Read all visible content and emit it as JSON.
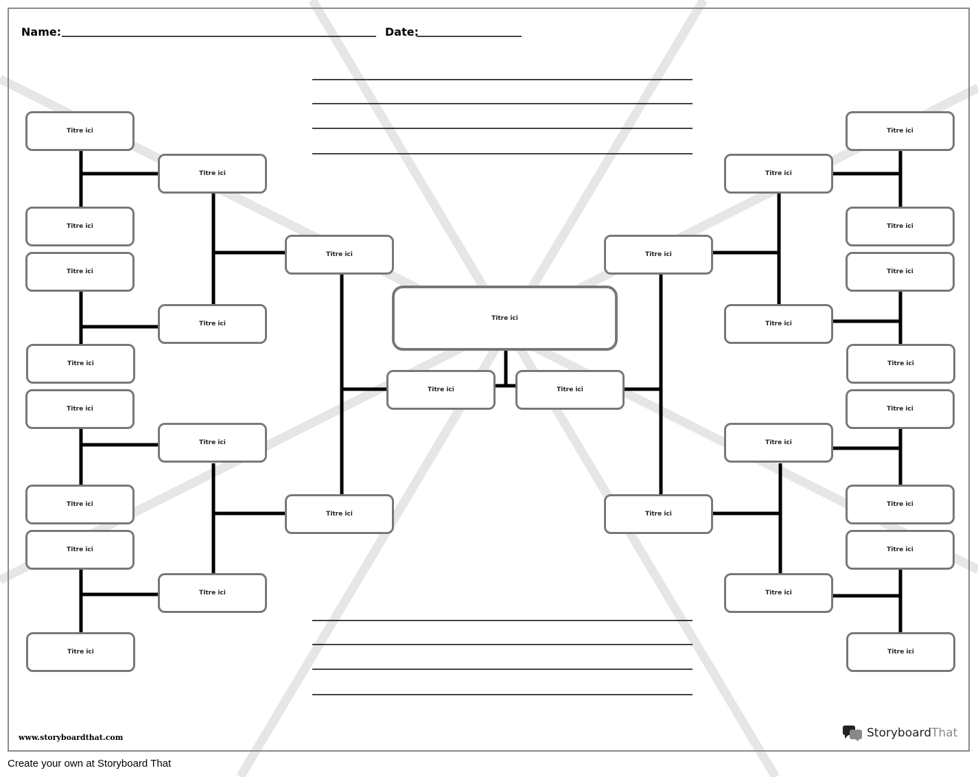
{
  "header": {
    "name_label": "Name:",
    "date_label": "Date:"
  },
  "center_label": "Titre ici",
  "node_label": "Titre ici",
  "watermark_url": "www.storyboardthat.com",
  "logo": {
    "part1": "Storyboard",
    "part2": "That"
  },
  "footer_text": "Create your own at Storyboard That"
}
